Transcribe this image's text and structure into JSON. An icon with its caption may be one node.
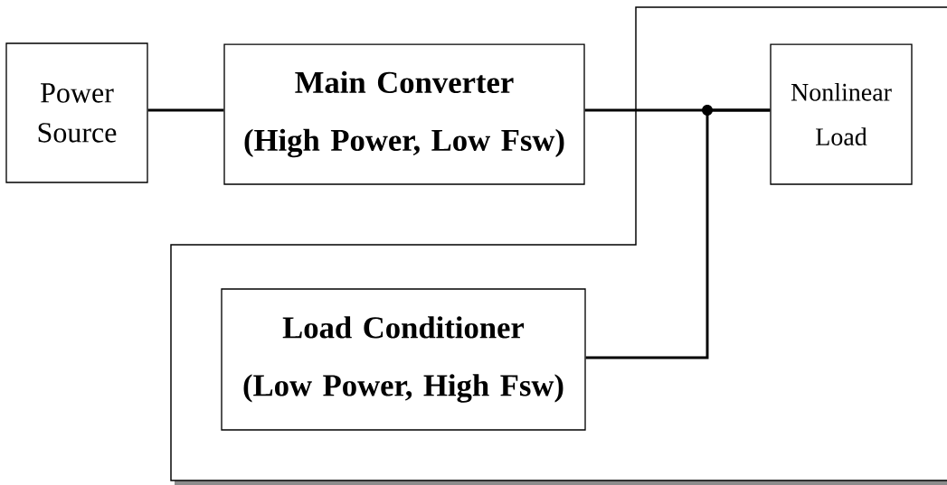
{
  "diagram": {
    "nodes": [
      {
        "text": [
          "Power Source"
        ]
      },
      {
        "text": [
          "Main Converter",
          "(High Power, Low Fsw)"
        ]
      },
      {
        "text": [
          "Nonlinear Load"
        ]
      },
      {
        "text": [
          "Load Conditioner",
          "(Low Power, High Fsw)"
        ]
      }
    ],
    "edges": [
      {
        "from": 0,
        "to": 1,
        "arrow": "none"
      },
      {
        "from": 1,
        "to": 2,
        "arrow": "none"
      },
      {
        "from": 3,
        "to": 2,
        "arrow": "none"
      }
    ]
  }
}
